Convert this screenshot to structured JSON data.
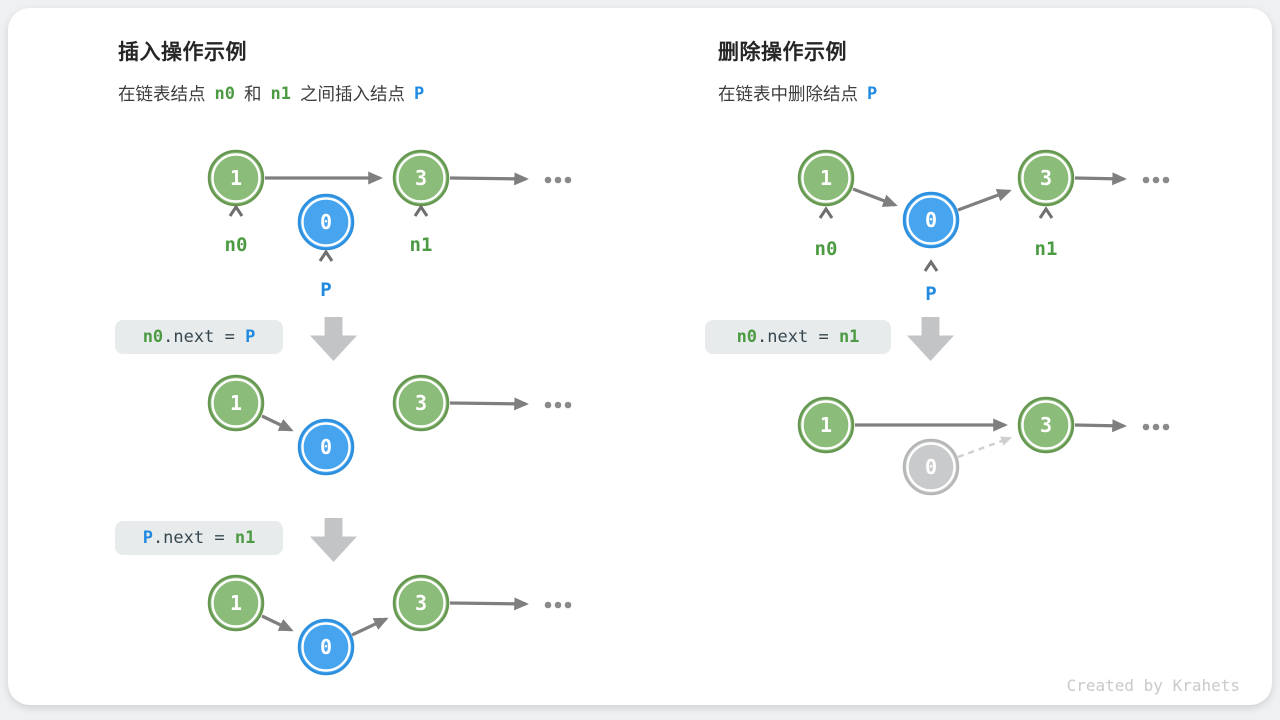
{
  "shared": {
    "node_values": {
      "v1": "1",
      "v0": "0",
      "v3": "3"
    },
    "labels": {
      "n0": "n0",
      "n1": "n1",
      "p": "P"
    },
    "code_mid": ".next = "
  },
  "insert": {
    "title": "插入操作示例",
    "subtitle": {
      "part1": "在链表结点",
      "part2": "和",
      "part3": "之间插入结点"
    },
    "step1": {
      "lhs": "n0",
      "rhs": "P"
    },
    "step2": {
      "lhs": "P",
      "rhs": "n1"
    }
  },
  "delete": {
    "title": "删除操作示例",
    "subtitle": {
      "part1": "在链表中删除结点"
    },
    "step1": {
      "lhs": "n0",
      "rhs": "n1"
    }
  },
  "footer": {
    "credit": "Created by Krahets"
  },
  "colors": {
    "accent_green": "#4c9b43",
    "accent_blue": "#1f8ae0",
    "node_green_fill": "#8cbc7a",
    "node_green_border": "#679852",
    "node_blue_fill": "#47a4ef",
    "node_blue_border": "#2c90de",
    "node_gray_fill": "#c9cacb",
    "arrow_gray": "#7f7f7f",
    "codebox_bg": "#e8ebec"
  }
}
